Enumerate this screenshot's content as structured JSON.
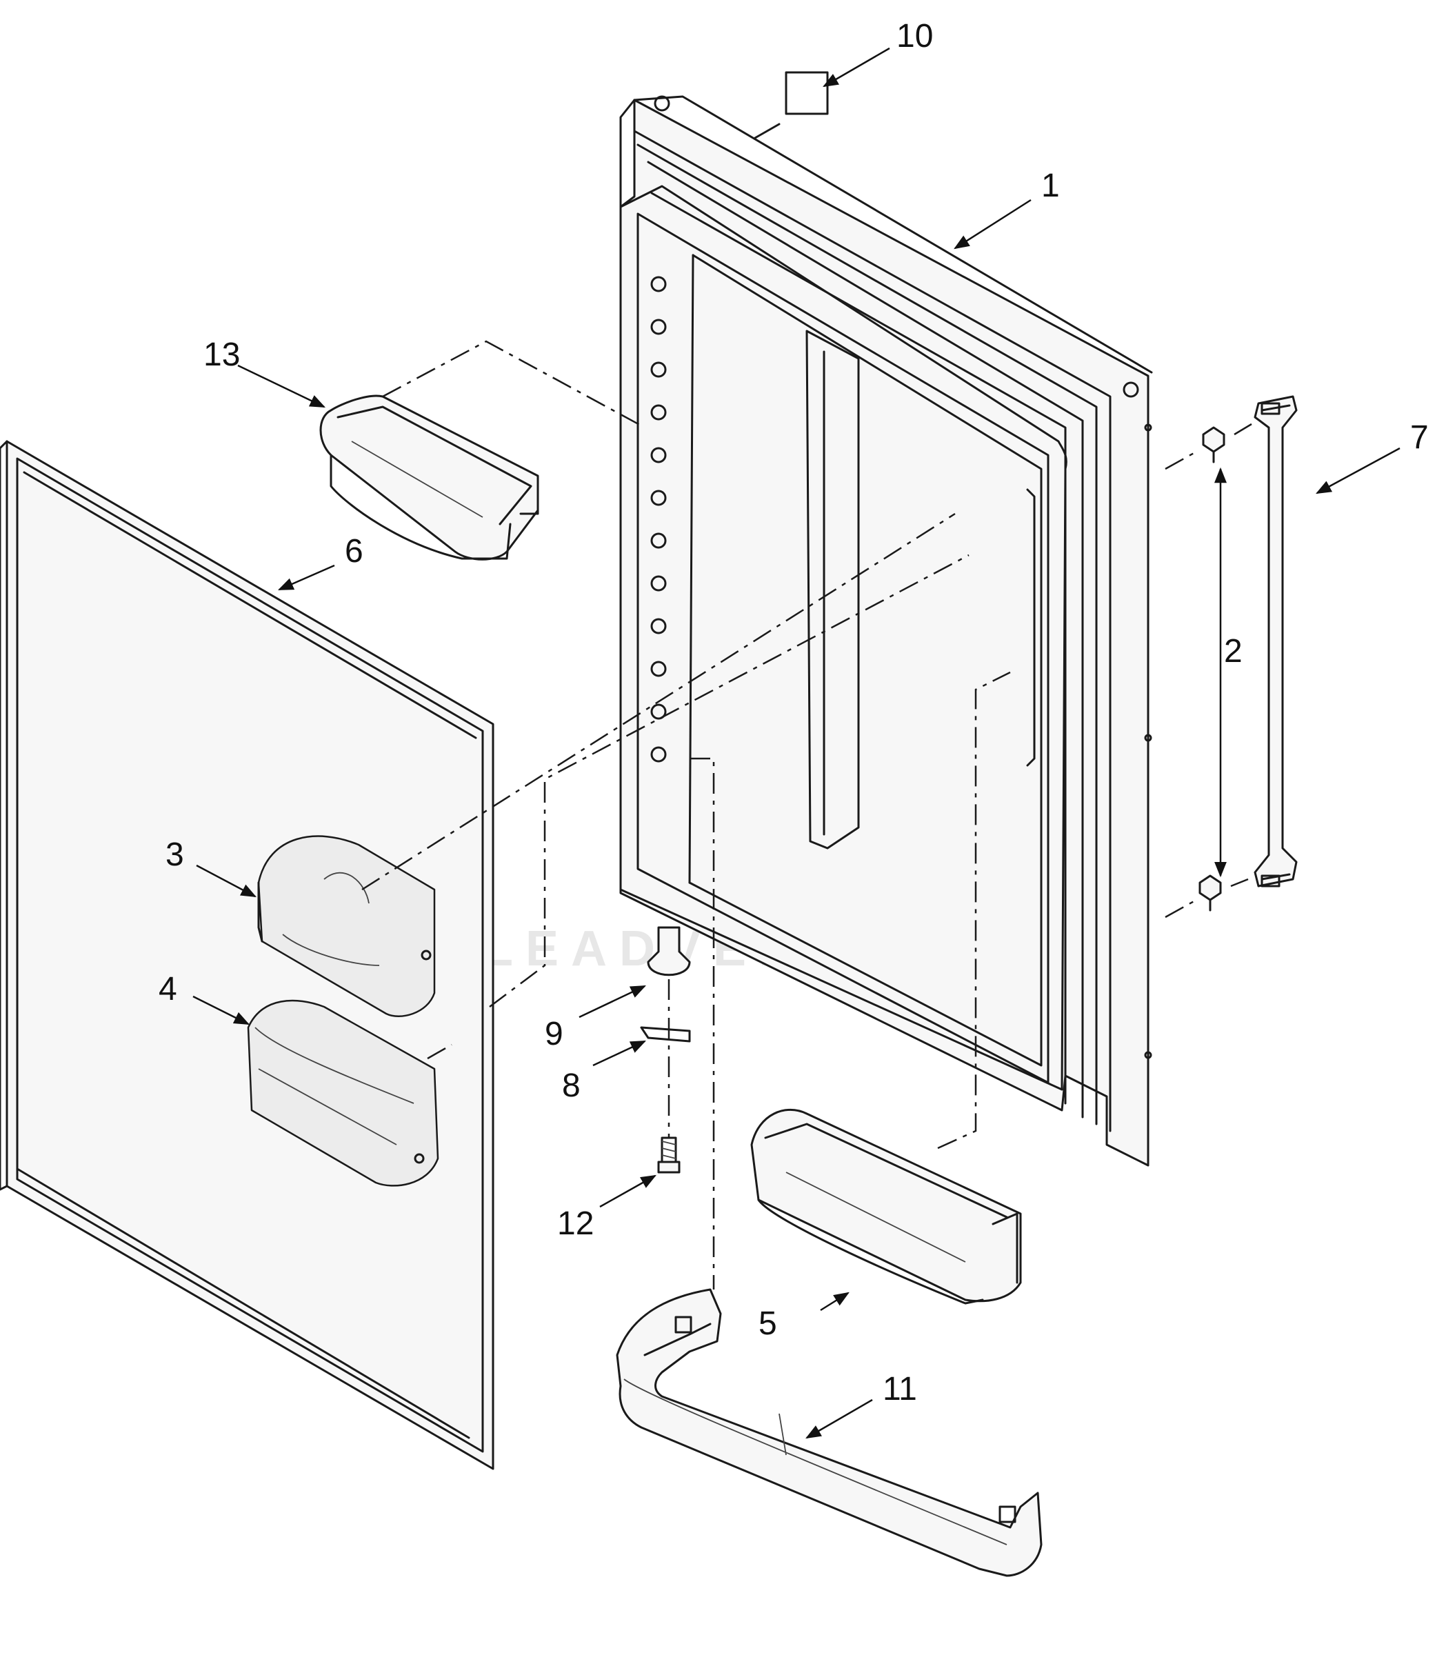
{
  "callouts": {
    "c1": "1",
    "c2": "2",
    "c3": "3",
    "c4": "4",
    "c5": "5",
    "c6": "6",
    "c7": "7",
    "c8": "8",
    "c9": "9",
    "c10": "10",
    "c11": "11",
    "c12": "12",
    "c13": "13"
  },
  "watermark": {
    "text": "LEADVENTURE"
  },
  "colors": {
    "line": "#1a1a1a",
    "background": "#ffffff",
    "watermark": "#d8d8d8"
  }
}
